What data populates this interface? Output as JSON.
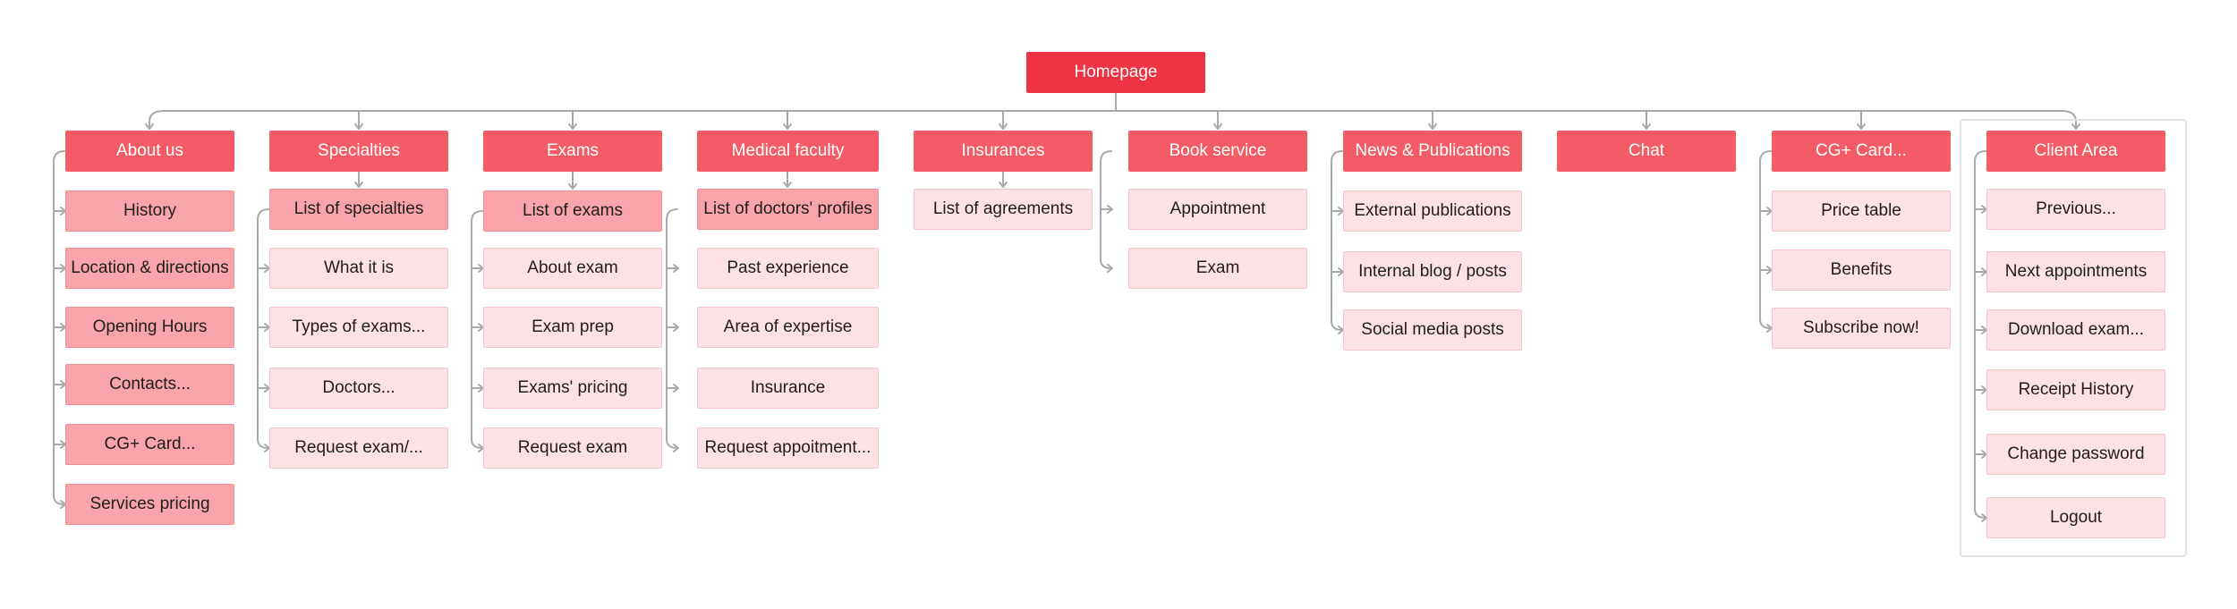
{
  "diagram": {
    "root": {
      "label": "Homepage"
    },
    "sections": [
      {
        "label": "About us",
        "children": [
          "History",
          "Location & directions",
          "Opening Hours",
          "Contacts...",
          "CG+ Card...",
          "Services pricing"
        ],
        "child_style": "mid"
      },
      {
        "label": "Specialties",
        "children": [
          "List of specialties"
        ],
        "child_style": "mid",
        "sub": {
          "label": "List of specialties",
          "children": [
            "What it is",
            "Types of exams...",
            "Doctors...",
            "Request exam/..."
          ]
        }
      },
      {
        "label": "Exams",
        "children": [
          "List of exams"
        ],
        "child_style": "mid",
        "sub": {
          "label": "List of exams",
          "children": [
            "About exam",
            "Exam prep",
            "Exams' pricing",
            "Request exam"
          ]
        }
      },
      {
        "label": "Medical faculty",
        "children": [
          "List of doctors' profiles"
        ],
        "child_style": "mid",
        "sub": {
          "label": "List of doctors' profiles",
          "children": [
            "Past experience",
            "Area of expertise",
            "Insurance",
            "Request appoitment..."
          ]
        }
      },
      {
        "label": "Insurances",
        "children": [
          "List of agreements"
        ],
        "child_style": "light"
      },
      {
        "label": "Book service",
        "children": [
          "Appointment",
          "Exam"
        ],
        "child_style": "light"
      },
      {
        "label": "News & Publications",
        "children": [
          "External publications",
          "Internal blog / posts",
          "Social media posts"
        ],
        "child_style": "light"
      },
      {
        "label": "Chat",
        "children": [],
        "child_style": "light"
      },
      {
        "label": "CG+ Card...",
        "children": [
          "Price table",
          "Benefits",
          "Subscribe now!"
        ],
        "child_style": "light"
      },
      {
        "label": "Client Area",
        "children": [
          "Previous...",
          "Next appointments",
          "Download exam...",
          "Receipt History",
          "Change password",
          "Logout"
        ],
        "child_style": "light"
      }
    ]
  },
  "colors": {
    "root": "#ee3344",
    "section": "#f35c67",
    "mid": "#f9a3aa",
    "light": "#fde1e4",
    "connector": "#a9a9a9"
  }
}
